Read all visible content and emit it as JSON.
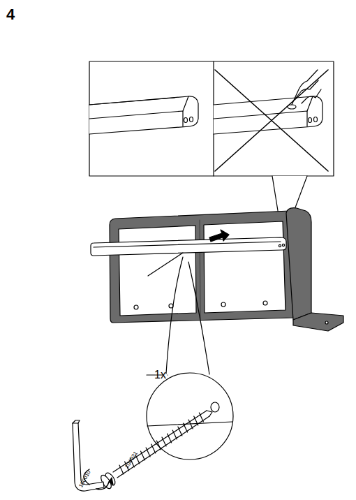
{
  "diagram": {
    "labels": [
      "4",
      "1x",
      "104321",
      "100010"
    ]
  }
}
